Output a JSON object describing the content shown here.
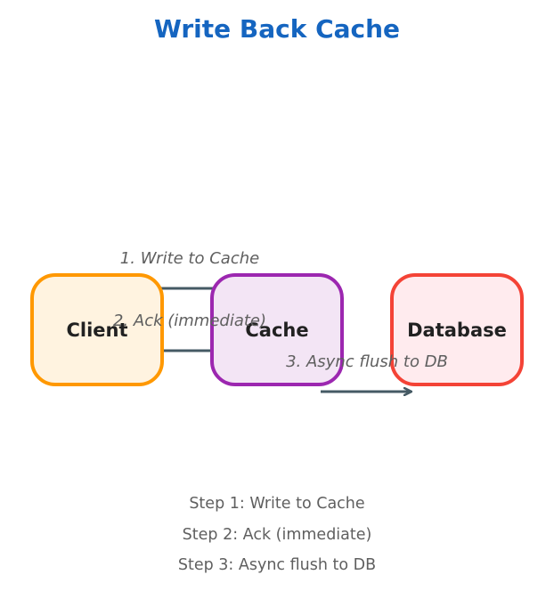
{
  "title": "Write Back Cache",
  "nodes": {
    "client": "Client",
    "cache": "Cache",
    "database": "Database"
  },
  "edges": {
    "write": "1. Write to Cache",
    "ack": "2. Ack (immediate)",
    "flush": "3. Async flush to DB"
  },
  "steps": [
    "Step 1: Write to Cache",
    "Step 2: Ack (immediate)",
    "Step 3: Async flush to DB"
  ],
  "colors": {
    "title": "#1565c0",
    "client_border": "#ff9800",
    "client_fill": "#fff3e0",
    "cache_border": "#9c27b0",
    "cache_fill": "#f3e5f5",
    "database_border": "#f44336",
    "database_fill": "#ffebee",
    "arrow": "#455a64",
    "label": "#5f5f5f"
  }
}
